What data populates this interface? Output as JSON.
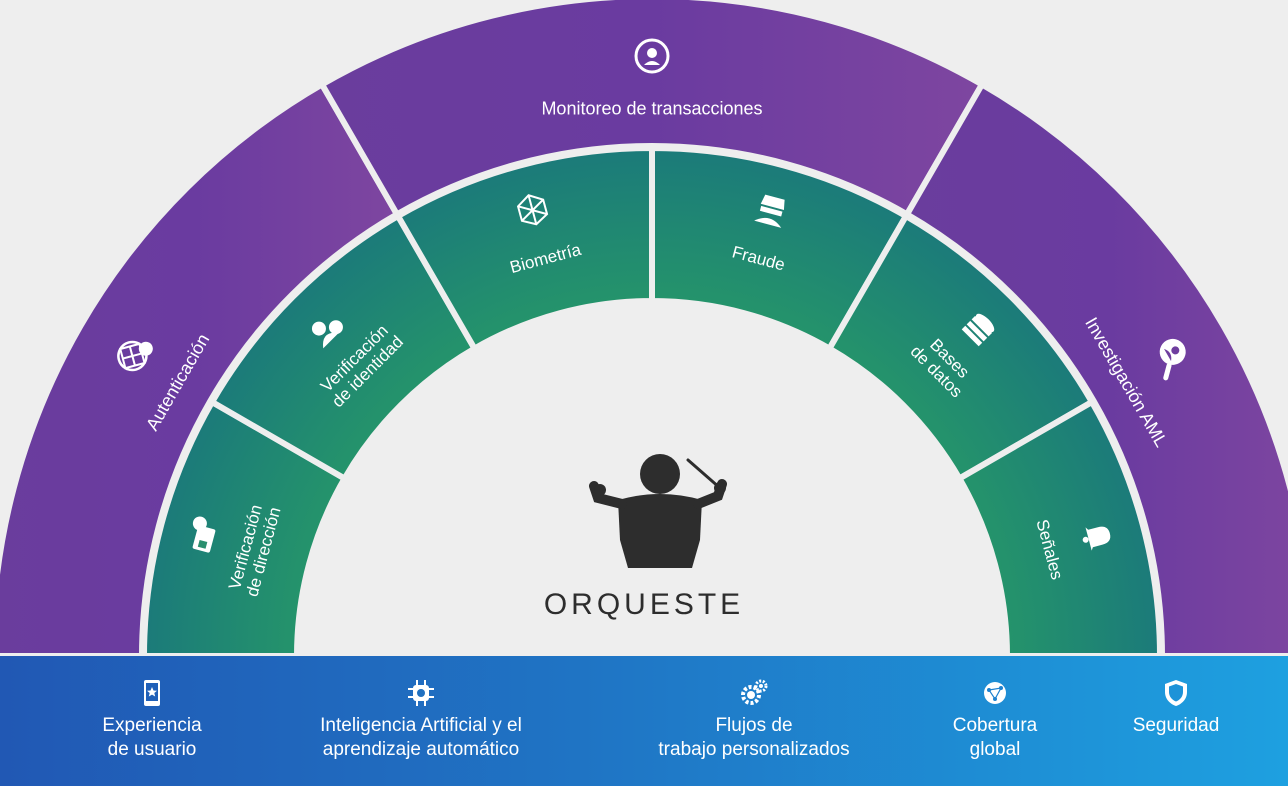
{
  "center": {
    "title": "ORQUESTE"
  },
  "outer_ring": [
    {
      "label": "Autenticación",
      "icon": "fingerprint-network-icon"
    },
    {
      "label": "Monitoreo de transacciones",
      "icon": "monitoring-person-icon"
    },
    {
      "label": "Investigación AML",
      "icon": "magnifier-person-icon"
    }
  ],
  "inner_ring": [
    {
      "lines": [
        "Verificación",
        "de dirección"
      ],
      "icon": "address-card-check-icon"
    },
    {
      "lines": [
        "Verificación",
        "de identidad"
      ],
      "icon": "identity-check-icon"
    },
    {
      "lines": [
        "Biometría"
      ],
      "icon": "biometric-face-icon"
    },
    {
      "lines": [
        "Fraude"
      ],
      "icon": "fraud-hacker-icon"
    },
    {
      "lines": [
        "Bases",
        "de datos"
      ],
      "icon": "database-icon"
    },
    {
      "lines": [
        "Señales"
      ],
      "icon": "bell-icon"
    }
  ],
  "features": [
    {
      "lines": [
        "Experiencia",
        "de usuario"
      ],
      "icon": "mobile-star-icon"
    },
    {
      "lines": [
        "Inteligencia Artificial y el",
        "aprendizaje automático"
      ],
      "icon": "ai-chip-icon"
    },
    {
      "lines": [
        "Flujos de",
        "trabajo personalizados"
      ],
      "icon": "gears-icon"
    },
    {
      "lines": [
        "Cobertura",
        "global"
      ],
      "icon": "globe-icon"
    },
    {
      "lines": [
        "Seguridad"
      ],
      "icon": "shield-icon"
    }
  ],
  "colors": {
    "outer_purple": "#6a3d9d",
    "inner_green_dark": "#1b7c7a",
    "inner_green_light": "#35b552",
    "bar_blue_left": "#2158b4",
    "bar_blue_right": "#1ea0e0",
    "separator": "#eeeeee",
    "center_text": "#2d2d2d"
  }
}
